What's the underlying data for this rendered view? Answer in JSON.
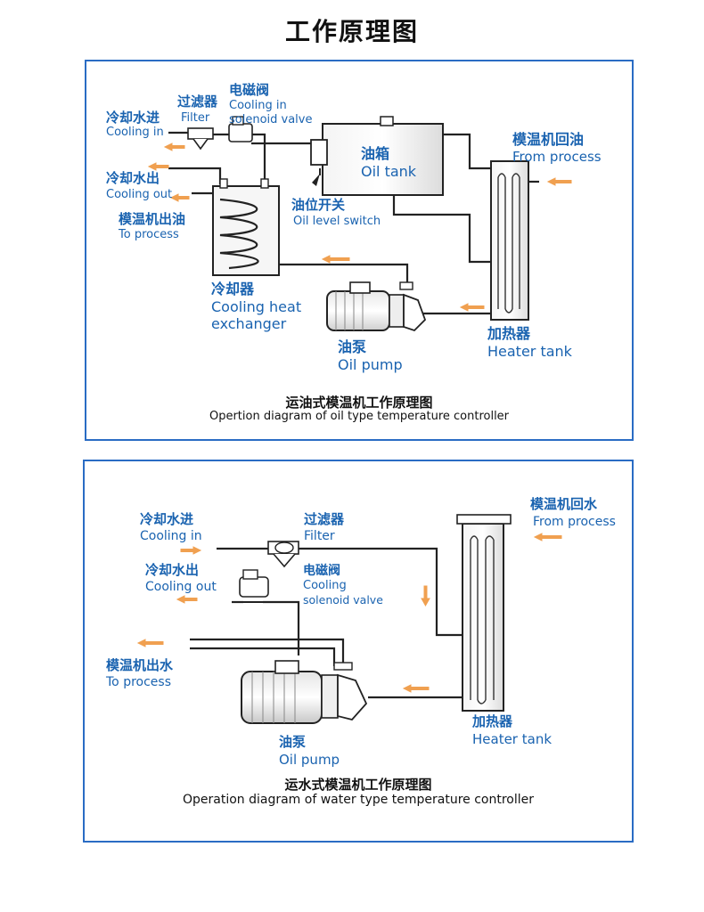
{
  "page_title": "工作原理图",
  "oil": {
    "cooling_in_cn": "冷却水进",
    "cooling_in_en": "Cooling in",
    "filter_cn": "过滤器",
    "filter_en": "Filter",
    "valve_cn": "电磁阀",
    "valve_en1": "Cooling in",
    "valve_en2": "solenoid valve",
    "cooling_out_cn": "冷却水出",
    "cooling_out_en": "Cooling out",
    "to_process_cn": "模温机出油",
    "to_process_en": "To process",
    "tank_cn": "油箱",
    "tank_en": "Oil tank",
    "level_cn": "油位开关",
    "level_en": "Oil level switch",
    "from_process_cn": "模温机回油",
    "from_process_en": "From process",
    "exchanger_cn": "冷却器",
    "exchanger_en1": "Cooling heat",
    "exchanger_en2": "exchanger",
    "pump_cn": "油泵",
    "pump_en": "Oil pump",
    "heater_cn": "加热器",
    "heater_en": "Heater tank",
    "caption_cn": "运油式模温机工作原理图",
    "caption_en": "Opertion diagram of oil type temperature controller"
  },
  "water": {
    "cooling_in_cn": "冷却水进",
    "cooling_in_en": "Cooling in",
    "filter_cn": "过滤器",
    "filter_en": "Filter",
    "cooling_out_cn": "冷却水出",
    "cooling_out_en": "Cooling out",
    "valve_cn": "电磁阀",
    "valve_en1": "Cooling",
    "valve_en2": "solenoid valve",
    "from_process_cn": "模温机回水",
    "from_process_en": "From process",
    "to_process_cn": "模温机出水",
    "to_process_en": "To process",
    "heater_cn": "加热器",
    "heater_en": "Heater tank",
    "pump_cn": "油泵",
    "pump_en": "Oil pump",
    "caption_cn": "运水式模温机工作原理图",
    "caption_en": "Operation diagram of water type temperature controller"
  },
  "colors": {
    "frame": "#2a6cc4",
    "label": "#1a63b0",
    "arrow": "#f0a050",
    "line": "#222222"
  }
}
